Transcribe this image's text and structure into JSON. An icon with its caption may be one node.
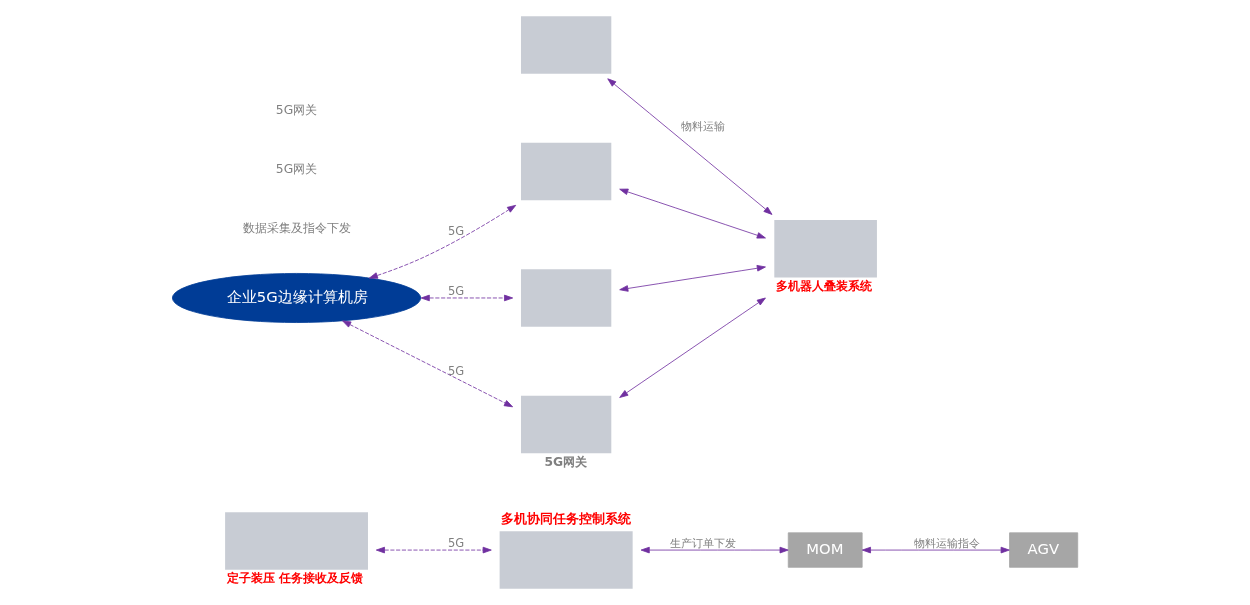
{
  "diagram": {
    "nodes": [
      {
        "text": [],
        "shape": "box",
        "beside": [
          "定子装压 任务接收及反馈"
        ]
      },
      {
        "text": [
          "多机协同任务控制系统"
        ]
      },
      {
        "text": [
          "企业5G边缘计算机房"
        ]
      },
      {
        "text": [
          "MOM"
        ]
      },
      {
        "text": [
          "AGV"
        ]
      },
      {
        "text": [],
        "shape": "box"
      },
      {
        "text": [],
        "shape": "box"
      },
      {
        "text": [],
        "shape": "box"
      },
      {
        "text": [],
        "shape": "box",
        "beside": [
          "5G网关"
        ]
      },
      {
        "text": [],
        "shape": "box",
        "beside": [
          "多机器人叠装系统"
        ]
      }
    ],
    "edges": [
      {
        "from": 0,
        "to": 1,
        "arrow": "both",
        "style": "dashed",
        "label": "5G"
      },
      {
        "from": 1,
        "to": 3,
        "arrow": "both",
        "label": "生产订单下发"
      },
      {
        "from": 3,
        "to": 4,
        "arrow": "both",
        "label": "物料运输指令"
      },
      {
        "from": 2,
        "to": 6,
        "arrow": "both",
        "style": "dashed",
        "label": "5G"
      },
      {
        "from": 2,
        "to": 7,
        "arrow": "both",
        "style": "dashed",
        "label": "5G"
      },
      {
        "from": 2,
        "to": 8,
        "arrow": "both",
        "style": "dashed",
        "label": "5G"
      },
      {
        "from": 7,
        "to": 9,
        "arrow": "both"
      },
      {
        "from": 6,
        "to": 9,
        "arrow": "both"
      },
      {
        "from": 8,
        "to": 9,
        "arrow": "both"
      },
      {
        "from": 5,
        "to": 9,
        "arrow": "both",
        "label": "物料运输"
      }
    ],
    "labels": [
      "数据采集及指令下发",
      "5G网关",
      "5G网关"
    ]
  }
}
